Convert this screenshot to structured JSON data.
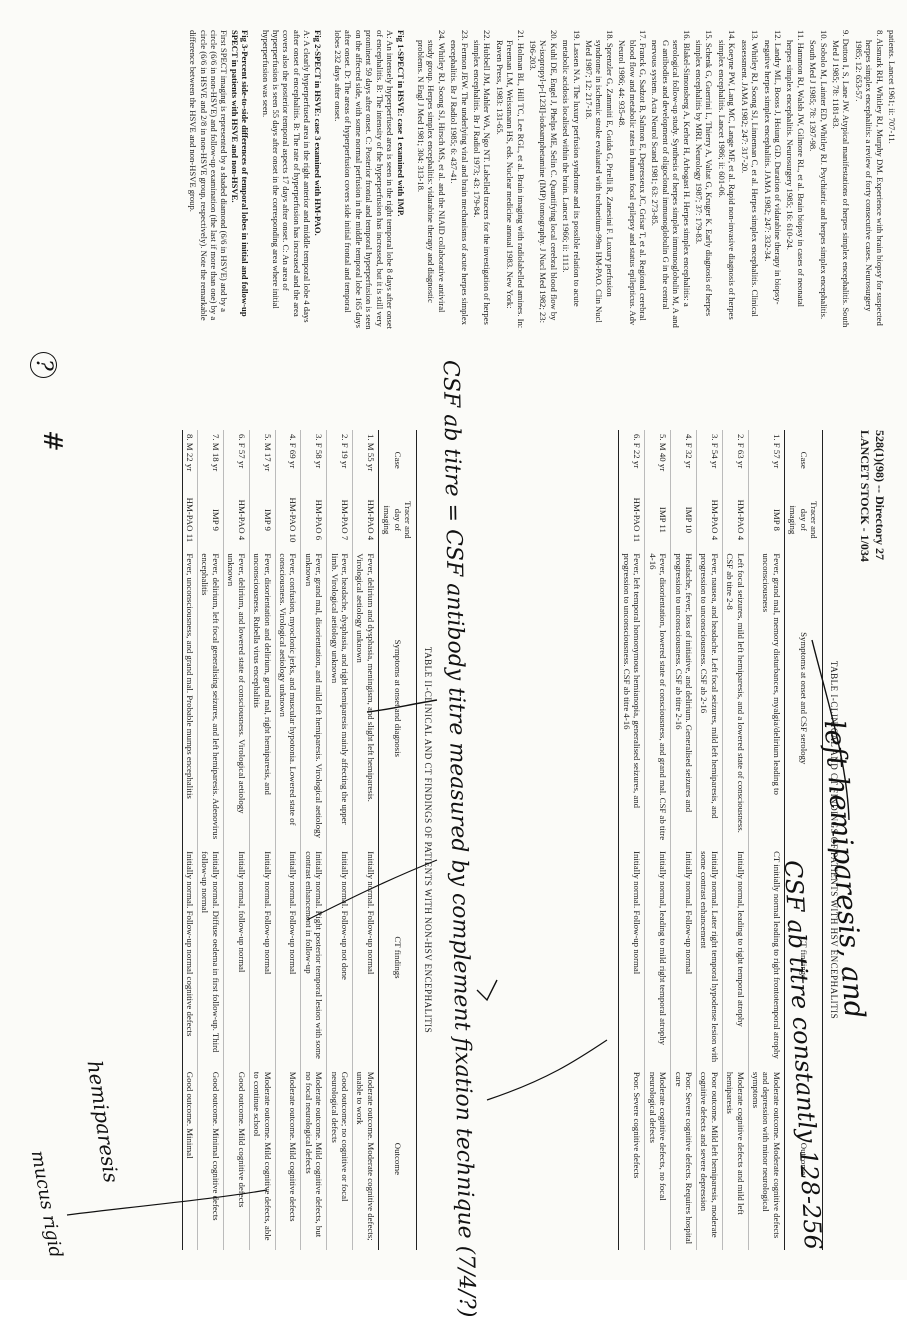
{
  "document": {
    "doc_id": [
      "528(1)(98) -- Directory 27",
      "LANCET STOCK - 1/034"
    ],
    "references": [
      "patients. Lancet 1961; ii: 707-11.",
      "8. Alsmark RH, Whitley RJ, Murphy DM. Experience with brain biopsy for suspected herpes simplex encephalitis: a review of forty consecutive cases. Neurosurgery 1985; 12: 653-57.",
      "9. Dutton I, S, Lane JW. Atypical manifestations of herpes simplex encephalitis. South Med J 1985; 78: 1181-83.",
      "10. Sobolo M, Lainter ED, Whitley RJ. Psychiatric and herpes simplex encephalitis. South Med J 1985; 78: 1397-98.",
      "11. Hammon RJ, Walsh JW, Gilmore RL, et al. Brain biopsy in cases of neonatal herpes simplex encephalitis. Neurosurgery 1985; 16: 610-24.",
      "12. Landry ML, Booss J, Hsiung GD. Duration of vidarabine therapy in biopsy-negative herpes simplex encephalitis. JAMA 1982; 247: 332-34.",
      "13. Whitley RJ, Soong SJ, Linneman C, et al. Herpes simplex encephalitis. Clinical assessment. JAMA 1982; 247: 317-20.",
      "14. Koeyne PW, Lang MC, Lange MF, et al. Rapid non-invasive diagnosis of herpes simplex encephalitis. Lancet 1986; ii: 601-06.",
      "15. Schenk G, Guerrini L, Thierry A, Valtat G, Kruger K. Early diagnosis of herpes simplex encephalitis by MRI. Neurology 1987; 37: 179-83.",
      "16. Blakel-Simonsberg A, Kerber H, Arbogast H. Herpes simplex encephalitis: a serological follow-up study. Synthesis of herpes simplex immunoglobulin M, A and G antibodies and development of oligoclonal immunoglobulin G in the central nervous system. Acta Neurol Scand 1981; 63: 273-85.",
      "17. Franck G, Sadzot B, Salmon E, Depresseux JC, Grisar T, et al. Regional cerebral blood flow and metabolic rates in human focal epilepsy and status epilepticus. Adv Neurol 1986; 44: 935-48.",
      "18. Sprenzler G, Zammiti E, Guida G, Pirelli R, Zanesini F. Luxury perfusion syndrome in ischemic stroke evaluated with technetium-99m HM-PAO. Clin Nucl Med 1987; 12: 217-18.",
      "19. Lassen NA. The luxury perfusion syndrome and its possible relation to acute metabolic acidosis localised within the brain. Lancet 1966; ii: 1113.",
      "20. Kuhl DE, Engel J, Phelps ME, Selin C. Quantifying local cerebral blood flow by N-isopropyl-p-[123I]-iodoamphetamine (IMP) tomography. J Nucl Med 1982; 23: 196-203.",
      "21. Holman BL, Hill TC, Lee RGL, et al. Brain imaging with radiolabelled amines. In: Freeman LM, Weissmann HS, eds. Nuclear medicine annual 1983. New York: Raven Press, 1983: 131-65.",
      "22. Hubbell JM, Mahler WA, Ngo NT. Labelled tracers for the investigation of herpes simplex encephalitis. Br J Radiol 1973; 43: 179-84.",
      "23. Fermon JEW. The underlying viral and brain mechanisms of acute herpes simplex encephalitis. Br J Radiol 1985; 6: 437-41.",
      "24. Whitley RJ, Soong SJ, Hirsch MS, et al. and the NIAID collaborative antiviral study group. Herpes simplex encephalitis: vidarabine therapy and diagnostic problems. N Engl J Med 1981; 304: 313-18."
    ],
    "legends": [
      {
        "title": "Fig 1-SPECT in HSVE: case 1 examined with IMP.",
        "text": "A: An intensely hyperperfused area is seen in the right temporal lobe 8 days after onset of encephalitis. B: The intensity of the hyperperfusion has increased, but it is still very prominent 59 days after onset. C: Posterior frontal and temporal hyperperfusion is seen on the affected side, with some normal perfusion in the middle temporal lobe 165 days after onset. D: The areas of hyperperfusion covers side initial frontal and temporal lobes 232 days after onset."
      },
      {
        "title": "Fig 2-SPECT in HSVE: case 3 examined with HM-PAO.",
        "text": "A: A clearly hyperperfused area in the right anterior and middle temporal lobe 4 days after onset of encephalitis. B: The rate of hyperperfusion has increased and the area covers also the posterior temporal aspects 17 days after onset. C: An area of hyperperfusion is seen 55 days after onset in the corresponding area where initial hyperperfusion was seen."
      },
      {
        "title": "Fig 3-Percent side-to-side differences of temporal lobes in initial and follow-up SPECT in patients with HSVE and non-HSVE.",
        "text": "First SPECT imaging is represented by a shaded diamond (6/6 in HSVE) and by a circle (6/6 in non-HSVE) and follow-up examination (the last if more than one) by a circle (6/6 in HSVE and 2/8 in non-HSVE group, respectively). Note the remarkable difference between the HSVE and non-HSVE group."
      }
    ],
    "table1": {
      "caption": "TABLE I-CLINICAL AND CT FINDINGS OF PATIENTS WITH HSV ENCEPHALITIS",
      "headers": [
        "Case",
        "Tracer and day of imaging",
        "Symptoms at onset and CSF serology",
        "CT findings",
        "Outcome"
      ],
      "rows": [
        [
          "1. F 57 yr",
          "IMP 8",
          "Fever, grand mal, memory disturbances, myalgia/delirium leading to unconsciousness",
          "CT initially normal leading to right frontotemporal atrophy",
          "Moderate outcome. Moderate cognitive defects and depression with minor neurological symptoms"
        ],
        [
          "2. F 63 yr",
          "HM-PAO 4",
          "Left focal seizures, mild left hemiparesis, and a lowered state of consciousness. CSF ab titre 2-8",
          "Initially normal, leading to right temporal atrophy",
          "Moderate cognitive defects and mild left hemiparesis"
        ],
        [
          "3. F 54 yr",
          "HM-PAO 4",
          "Fever, nausea, and headache. Left focal seizures, mild left hemiparesis, and progression to unconsciousness. CSF ab 2-16",
          "Initially normal. Later right temporal hypodense lesion with some contrast enhancement",
          "Poor outcome. Mild left hemiparesis, moderate cognitive defects and severe depression"
        ],
        [
          "4. F 32 yr",
          "IMP 10",
          "Headache, fever, loss of initiative, and delirium. Generalised seizures and progression to unconsciousness. CSF ab titre 2-16",
          "Initially normal. Follow-up normal",
          "Poor. Severe cognitive defects. Requires hospital care"
        ],
        [
          "5. M 40 yr",
          "IMP 11",
          "Fever, disorientation, lowered state of consciousness, and grand mal. CSF ab titre 4-16",
          "Initially normal, leading to mild right temporal atrophy",
          "Moderate cognitive defects, no focal neurological defects"
        ],
        [
          "6. F 22 yr",
          "HM-PAO 11",
          "Fever, left temporal homonymous hemianopia, generalised seizures, and progression to unconsciousness. CSF ab titre 4-16",
          "Initially normal. Follow-up normal",
          "Poor. Severe cognitive defects"
        ]
      ]
    },
    "table2": {
      "caption": "TABLE II-CLINICAL AND CT FINDINGS OF PATIENTS WITH NON-HSV ENCEPHALITIS",
      "headers": [
        "Case",
        "Tracer and day of imaging",
        "Symptoms at onset and diagnosis",
        "CT findings",
        "Outcome"
      ],
      "rows": [
        [
          "1. M 55 yr",
          "HM-PAO 4",
          "Fever, delirium and dysphasia, meningism, and slight left hemiparesis. Virological aetiology unknown",
          "Initially normal. Follow-up normal",
          "Moderate outcome. Moderate cognitive defects; unable to work"
        ],
        [
          "2. F 19 yr",
          "HM-PAO 7",
          "Fever, headache, dysphasia, and right hemiparesis mainly affecting the upper limb. Virological aetiology unknown",
          "Initially normal. Follow-up not done",
          "Good outcome; no cognitive or focal neurological defects"
        ],
        [
          "3. F 58 yr",
          "HM-PAO 6",
          "Fever, grand mal, disorientation, and mild left hemiparesis. Virological aetiology unknown",
          "Initially normal. Right posterior temporal lesion with some contrast enhancement in follow-up",
          "Moderate outcome. Mild cognitive defects, but no focal neurological defects"
        ],
        [
          "4. F 69 yr",
          "HM-PAO 10",
          "Fever, confusion, myoclonic jerks, and muscular hypotonia. Lowered state of consciousness. Virological aetiology unknown",
          "Initially normal. Follow-up normal",
          "Moderate outcome. Mild cognitive defects"
        ],
        [
          "5. M 17 yr",
          "IMP 9",
          "Fever, disorientation and delirium, grand mal, right hemiparesis, and unconsciousness. Rubella virus encephalitis",
          "Initially normal. Follow-up normal",
          "Moderate outcome. Mild cognitive defects, able to continue school"
        ],
        [
          "6. F 57 yr",
          "HM-PAO 4",
          "Fever, delirium, and lowered state of consciousness. Virological aetiology unknown",
          "Initially normal, follow-up normal",
          "Good outcome. Mild cognitive defects"
        ],
        [
          "7. M 18 yr",
          "IMP 9",
          "Fever, delirium, left focal generalising seizures, and left hemiparesis. Adenovirus encephalitis",
          "Initially normal. Diffuse oedema in first follow-up. Third follow-up normal",
          "Good outcome. Minimal cognitive defects"
        ],
        [
          "8. M 22 yr",
          "HM-PAO 11",
          "Fever, unconsciousness, and grand mal. Probable mumps encephalitis",
          "Initially normal. Follow-up normal cognitive defects",
          "Good outcome. Minimal"
        ]
      ]
    },
    "handwriting": {
      "note_top": "left hemiparesis, and",
      "note_csf": "CSF ab titre constantly 128-256",
      "note_long": "CSF ab titre = CSF antibody titre measured by complement fixation technique (7/4/?)",
      "note_margin1": "hemiparesis",
      "note_margin2": "mucus rigid",
      "mark_hash": "#",
      "mark_q": "?"
    }
  }
}
